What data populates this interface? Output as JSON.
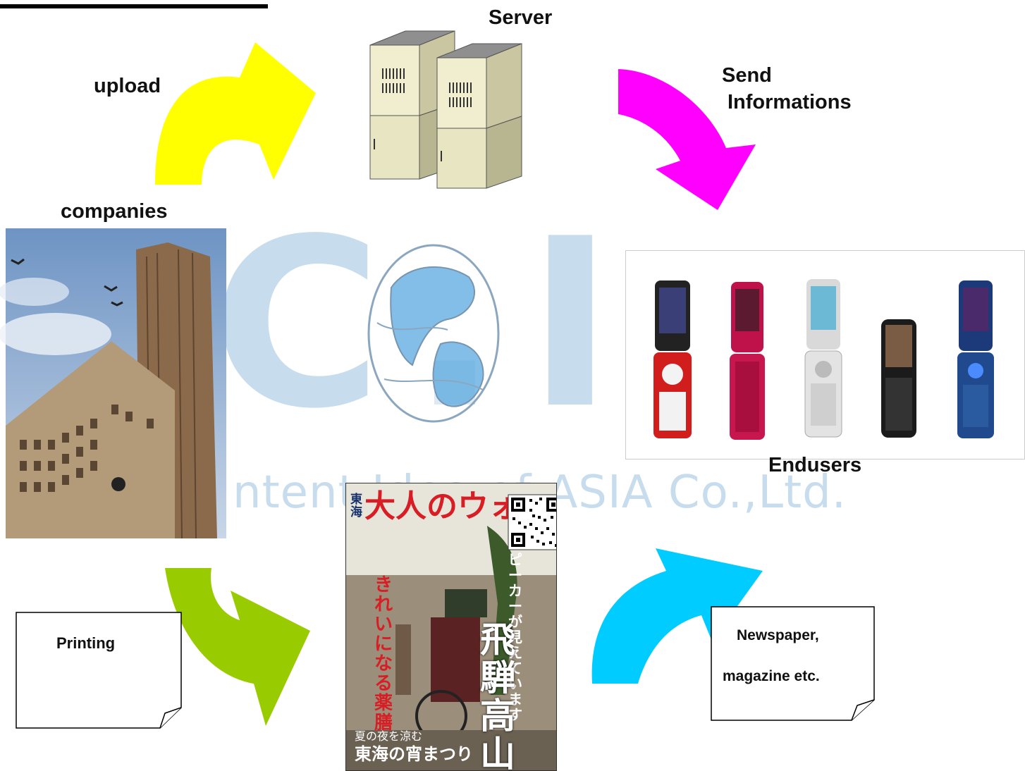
{
  "labels": {
    "server": "Server",
    "upload": "upload",
    "send_line1": "Send",
    "send_line2": "Informations",
    "companies": "companies",
    "endusers": "Endusers"
  },
  "notes": {
    "printing": "Printing",
    "newspaper_line1": "Newspaper,",
    "newspaper_line2": "magazine etc."
  },
  "watermark": {
    "letters": "C.I.",
    "text": "ntent Idea of ASIA Co.,Ltd."
  },
  "magazine": {
    "region": "東海",
    "title": "大人のウォーカー",
    "big_title": "飛騨高山",
    "sub": "きれいになる薬膳",
    "callout": "スピーカーが見えています",
    "bottom_small": "夏の夜を涼む",
    "bottom_big": "東海の宵まつり"
  },
  "colors": {
    "upload_arrow": "#ffff00",
    "send_arrow": "#ff00ff",
    "print_arrow": "#99cc00",
    "return_arrow": "#00ccff",
    "watermark": "#c7dced"
  }
}
